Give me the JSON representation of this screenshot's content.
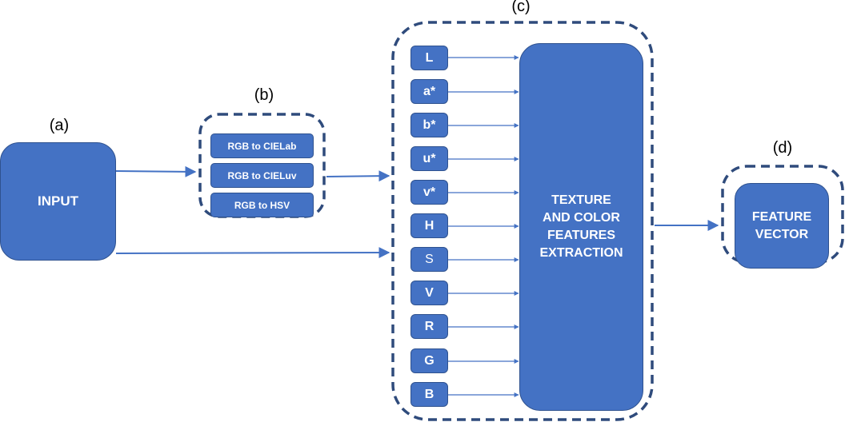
{
  "labels": {
    "a": "(a)",
    "b": "(b)",
    "c": "(c)",
    "d": "(d)"
  },
  "input": "INPUT",
  "conversions": [
    "RGB to CIELab",
    "RGB to CIELuv",
    "RGB to HSV"
  ],
  "channels": [
    "L",
    "a*",
    "b*",
    "u*",
    "v*",
    "H",
    "S",
    "V",
    "R",
    "G",
    "B"
  ],
  "extraction": "TEXTURE\nAND COLOR\nFEATURES\nEXTRACTION",
  "feature_vector": "FEATURE\nVECTOR",
  "colors": {
    "node_fill": "#4472c4",
    "node_border": "#2f528f",
    "dashed_border": "#2f4b7c",
    "arrow": "#4472c4"
  }
}
